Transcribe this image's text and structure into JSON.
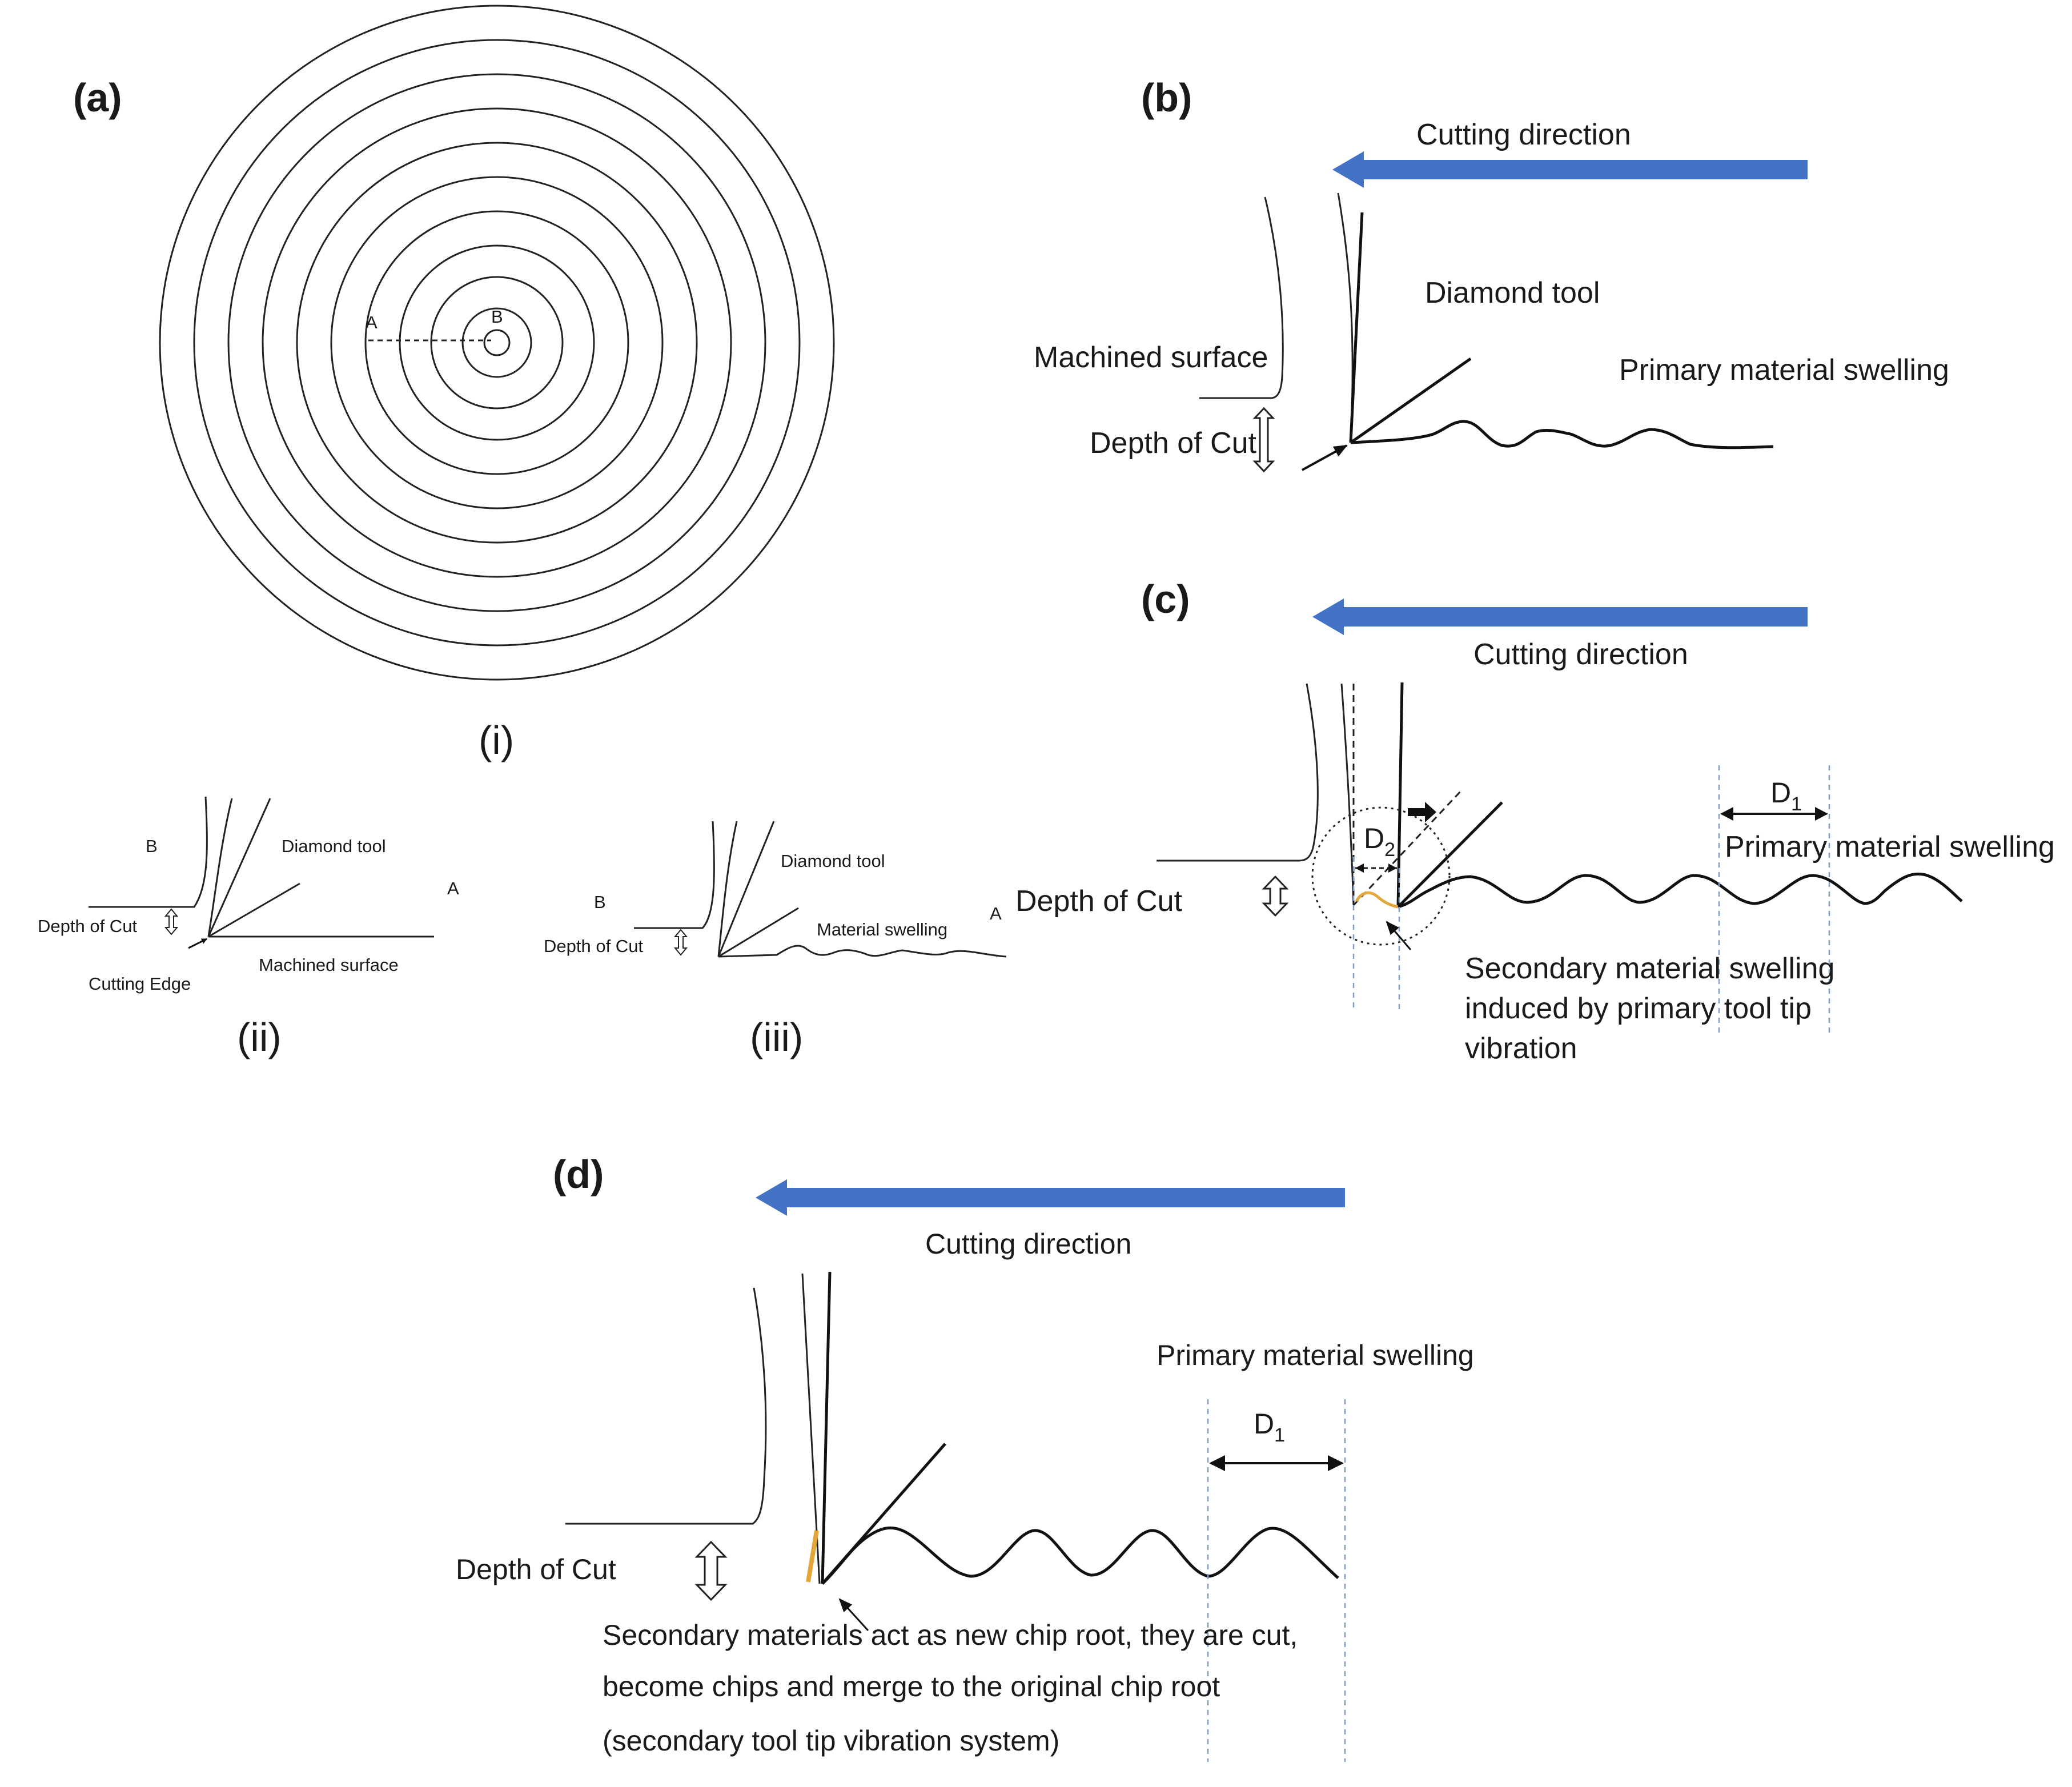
{
  "panel_a": {
    "label": "(a)",
    "sub_i": {
      "caption": "(i)",
      "point_a": "A",
      "point_b": "B"
    },
    "sub_ii": {
      "caption": "(ii)",
      "point_b": "B",
      "point_a": "A",
      "tool_label": "Diamond tool",
      "depth_label": "Depth of Cut",
      "edge_label": "Cutting Edge",
      "surface_label": "Machined surface"
    },
    "sub_iii": {
      "caption": "(iii)",
      "point_b": "B",
      "point_a": "A",
      "tool_label": "Diamond tool",
      "swelling_label": "Material swelling",
      "depth_label": "Depth of Cut"
    }
  },
  "panel_b": {
    "label": "(b)",
    "direction_label": "Cutting direction",
    "tool_label": "Diamond tool",
    "surface_label": "Machined surface",
    "swelling_label": "Primary material swelling",
    "depth_label": "Depth of Cut"
  },
  "panel_c": {
    "label": "(c)",
    "direction_label": "Cutting direction",
    "d1_main": "D",
    "d1_sub": "1",
    "d2_main": "D",
    "d2_sub": "2",
    "swelling_label": "Primary material swelling",
    "depth_label": "Depth of Cut",
    "secondary_line1": "Secondary material swelling",
    "secondary_line2": "induced by primary tool tip",
    "secondary_line3": "vibration"
  },
  "panel_d": {
    "label": "(d)",
    "direction_label": "Cutting direction",
    "swelling_label": "Primary material swelling",
    "d1_main": "D",
    "d1_sub": "1",
    "depth_label": "Depth of Cut",
    "note_line1": "Secondary materials act as new chip root, they are cut,",
    "note_line2": "become chips and merge to the original chip root",
    "note_line3": "(secondary tool tip vibration system)"
  },
  "colors": {
    "arrow_blue": "#4472c4",
    "secondary_material": "#e3a63a",
    "guide_blue": "#7f9fc7"
  }
}
